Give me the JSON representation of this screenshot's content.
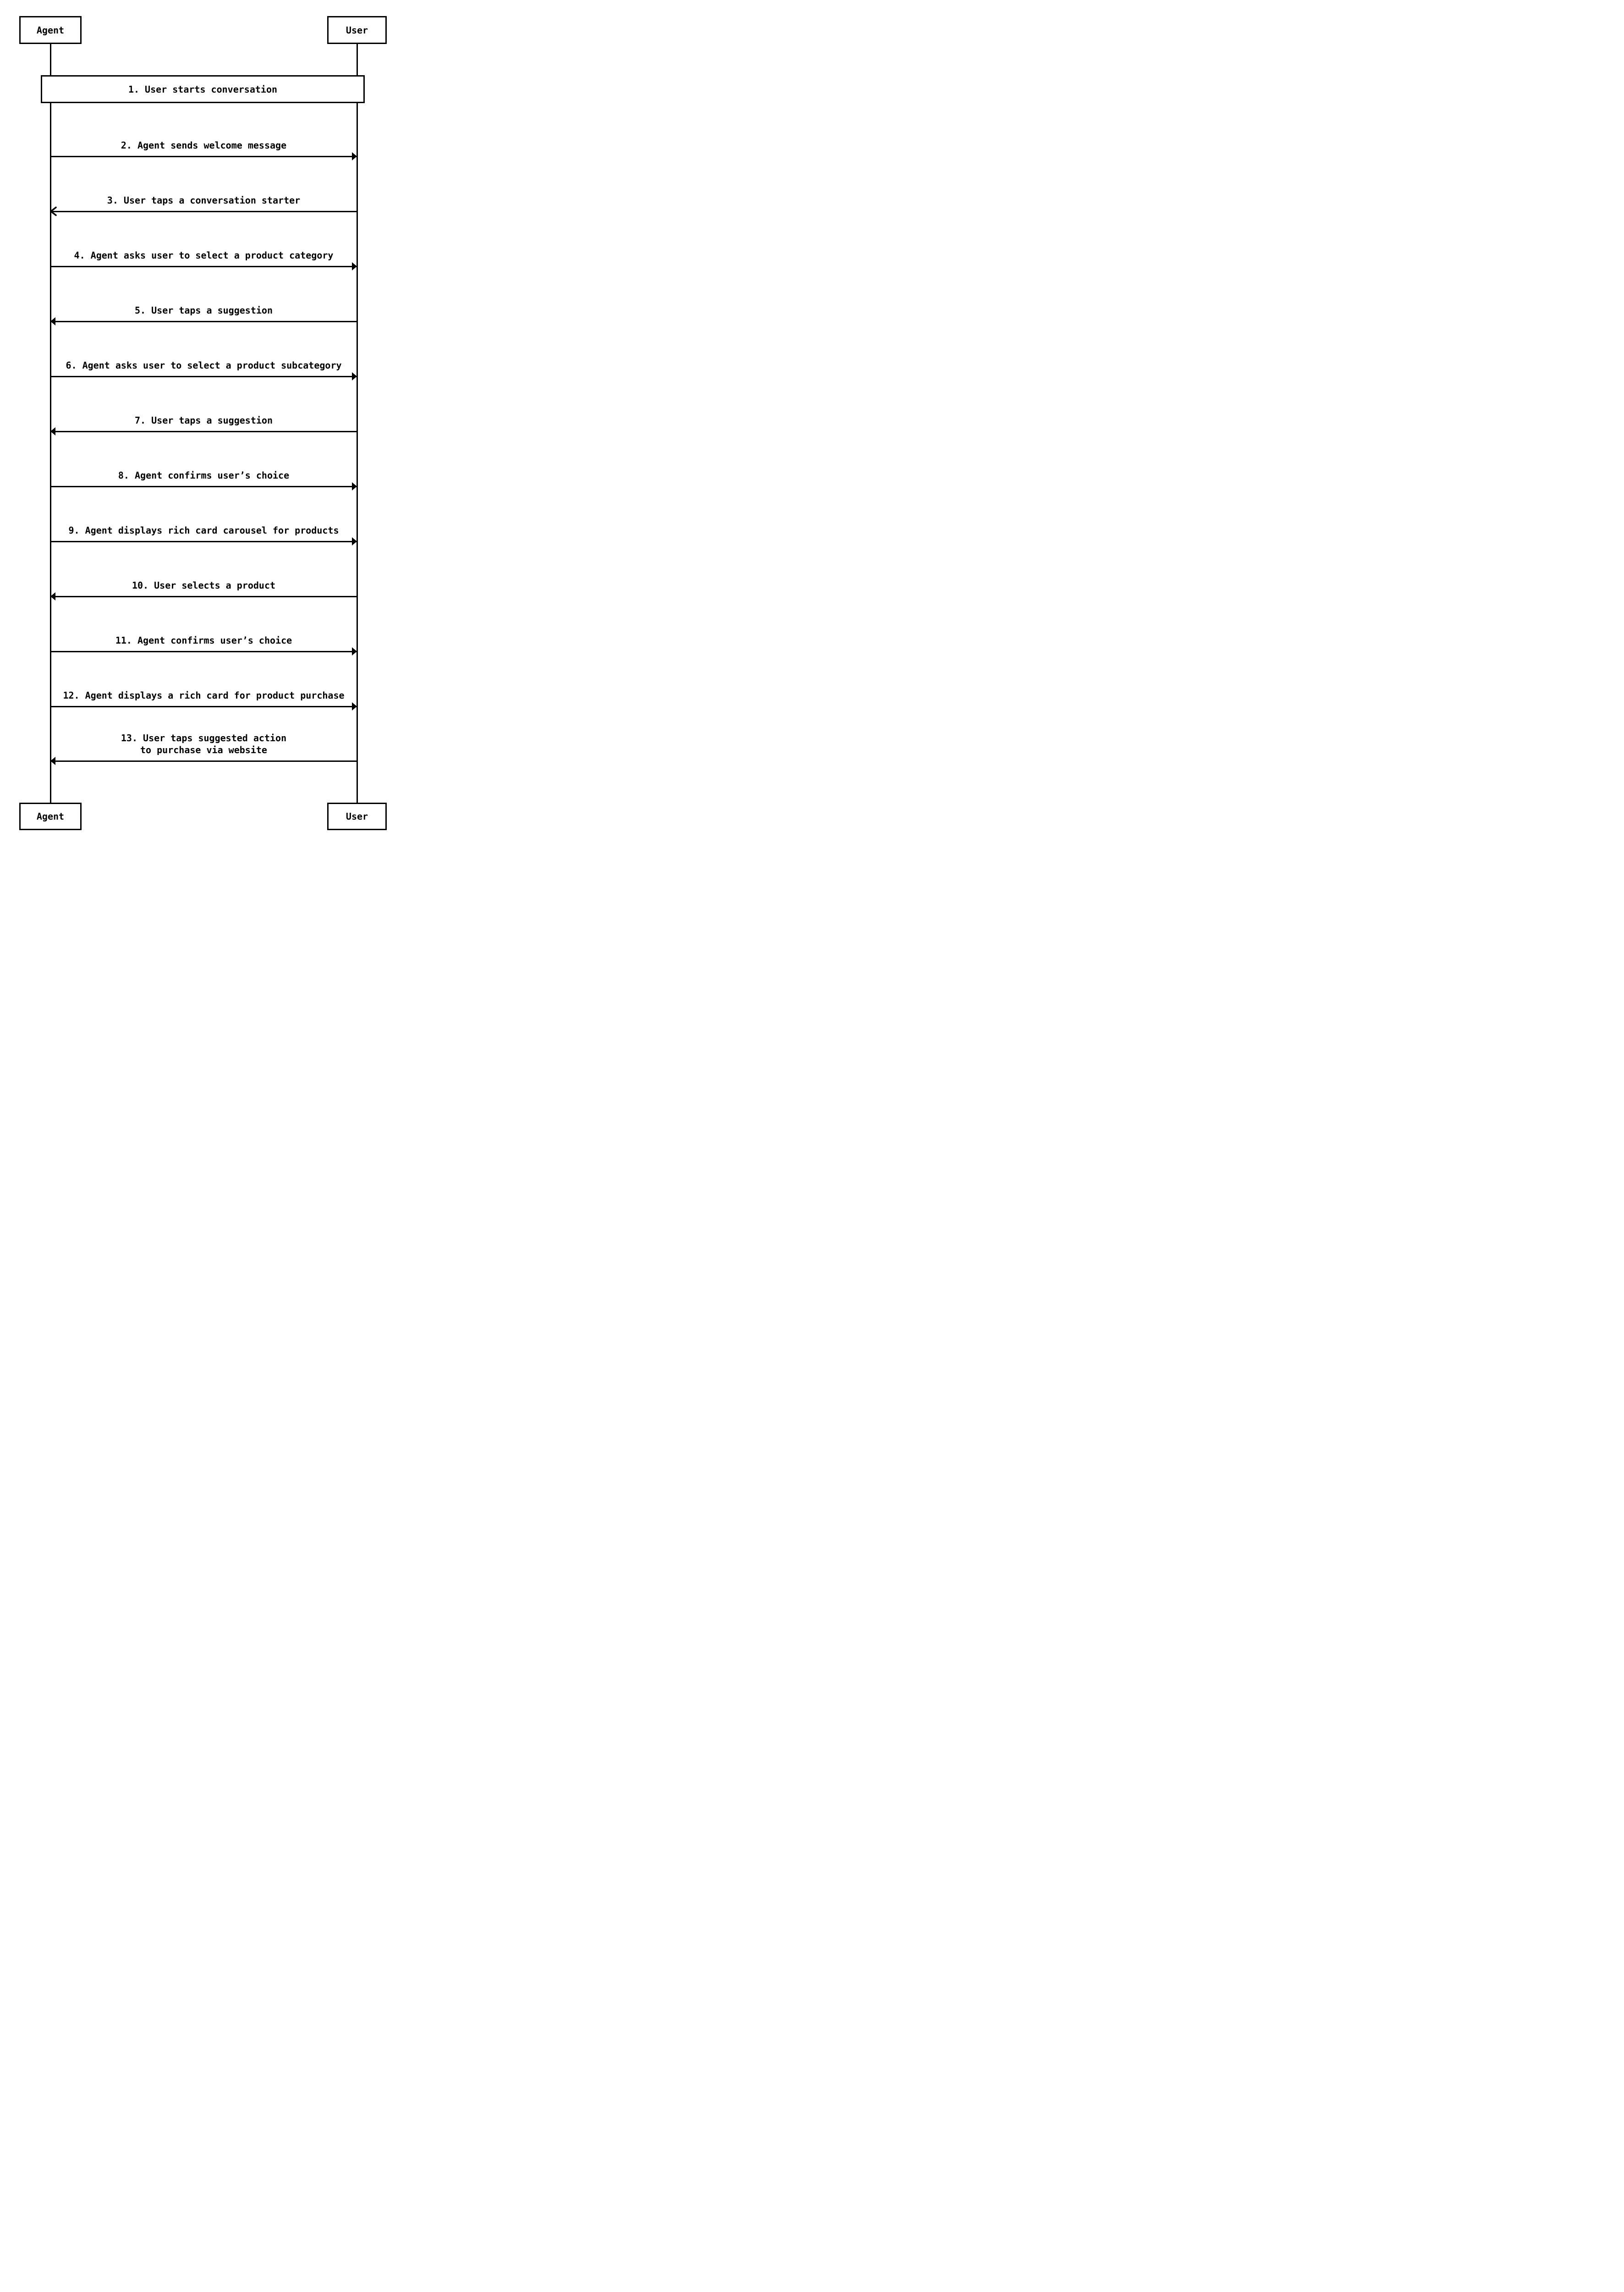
{
  "diagram": {
    "type": "sequence-diagram",
    "background": "#ffffff",
    "stroke_color": "#000000",
    "actors": {
      "agent": {
        "top_label": "Agent",
        "bottom_label": "Agent"
      },
      "user": {
        "top_label": "User",
        "bottom_label": "User"
      }
    },
    "banner": {
      "label": "1. User starts conversation"
    },
    "messages": [
      {
        "step": "2",
        "direction": "agent-to-user",
        "arrowhead": "filled",
        "lines": [
          "2. Agent sends welcome message"
        ]
      },
      {
        "step": "3",
        "direction": "user-to-agent",
        "arrowhead": "open",
        "lines": [
          "3. User taps a conversation starter"
        ]
      },
      {
        "step": "4",
        "direction": "agent-to-user",
        "arrowhead": "filled",
        "lines": [
          "4. Agent asks user to select a product category"
        ]
      },
      {
        "step": "5",
        "direction": "user-to-agent",
        "arrowhead": "filled",
        "lines": [
          "5. User taps a suggestion"
        ]
      },
      {
        "step": "6",
        "direction": "agent-to-user",
        "arrowhead": "filled",
        "lines": [
          "6. Agent asks user to select a product subcategory"
        ]
      },
      {
        "step": "7",
        "direction": "user-to-agent",
        "arrowhead": "filled",
        "lines": [
          "7. User taps a suggestion"
        ]
      },
      {
        "step": "8",
        "direction": "agent-to-user",
        "arrowhead": "filled",
        "lines": [
          "8. Agent confirms user’s choice"
        ]
      },
      {
        "step": "9",
        "direction": "agent-to-user",
        "arrowhead": "filled",
        "lines": [
          "9. Agent displays rich card carousel for products"
        ]
      },
      {
        "step": "10",
        "direction": "user-to-agent",
        "arrowhead": "filled",
        "lines": [
          "10. User selects a product"
        ]
      },
      {
        "step": "11",
        "direction": "agent-to-user",
        "arrowhead": "filled",
        "lines": [
          "11. Agent confirms user’s choice"
        ]
      },
      {
        "step": "12",
        "direction": "agent-to-user",
        "arrowhead": "filled",
        "lines": [
          "12. Agent displays a rich card for product purchase"
        ]
      },
      {
        "step": "13",
        "direction": "user-to-agent",
        "arrowhead": "filled",
        "lines": [
          "13. User taps suggested action",
          "to purchase via website"
        ]
      }
    ]
  }
}
